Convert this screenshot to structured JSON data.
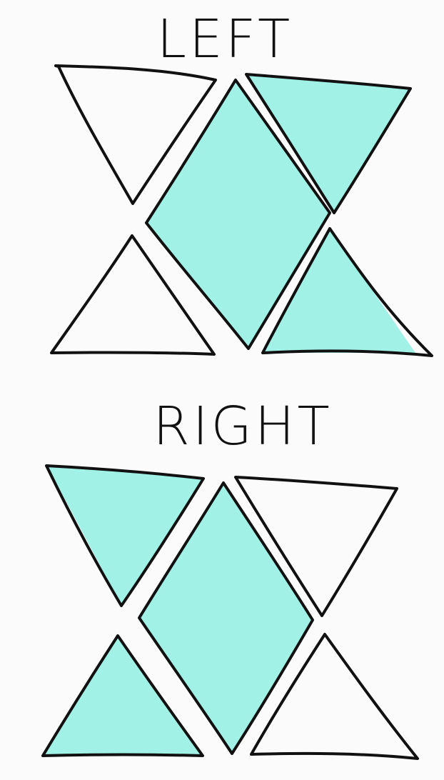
{
  "figures": [
    {
      "label": "LEFT",
      "tiles": [
        {
          "id": "top-left-triangle",
          "filled": false
        },
        {
          "id": "center-diamond",
          "filled": true
        },
        {
          "id": "top-right-triangle",
          "filled": true
        },
        {
          "id": "bottom-left-triangle",
          "filled": false
        },
        {
          "id": "bottom-right-triangle",
          "filled": true
        }
      ]
    },
    {
      "label": "RIGHT",
      "tiles": [
        {
          "id": "top-left-triangle",
          "filled": true
        },
        {
          "id": "center-diamond",
          "filled": true
        },
        {
          "id": "top-right-triangle",
          "filled": false
        },
        {
          "id": "bottom-left-triangle",
          "filled": true
        },
        {
          "id": "bottom-right-triangle",
          "filled": false
        }
      ]
    }
  ],
  "colors": {
    "fill": "#a1f1e7",
    "stroke": "#111111",
    "background": "#fbfbfb"
  }
}
